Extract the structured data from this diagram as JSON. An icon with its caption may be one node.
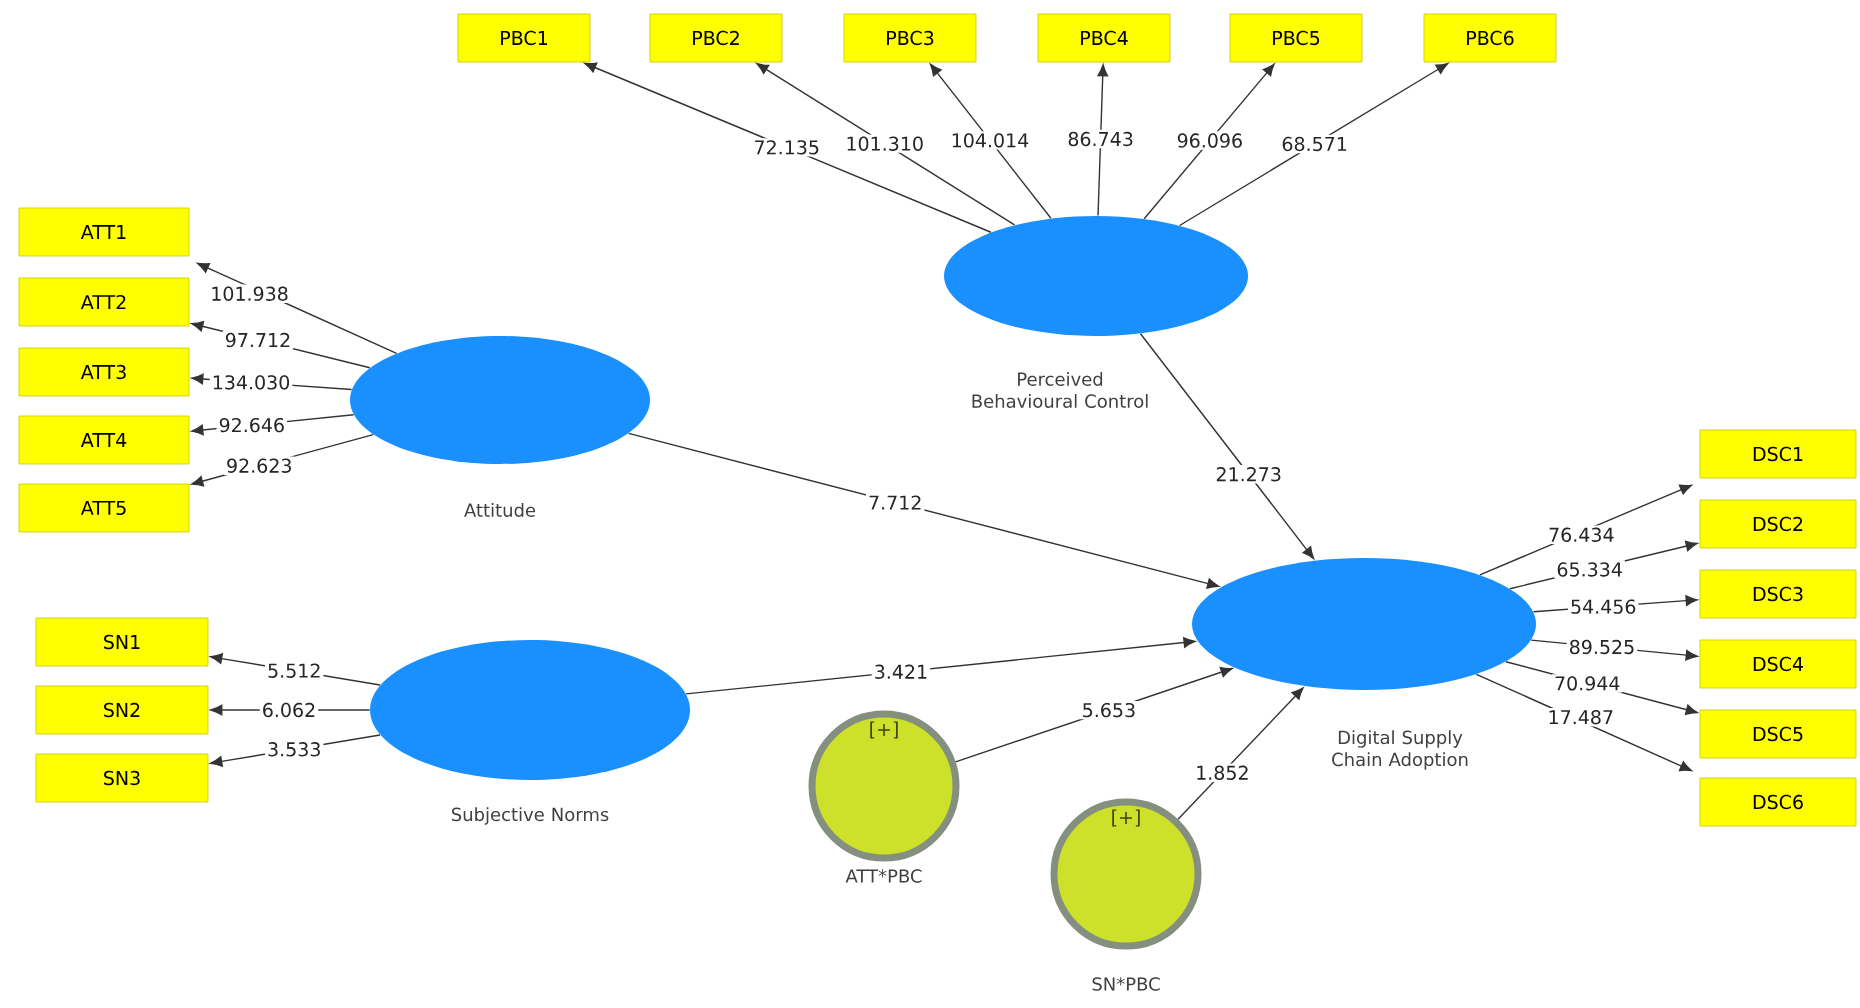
{
  "diagram": {
    "nodes": [
      {
        "text": [
          "PBC1"
        ]
      },
      {
        "text": [
          "PBC2"
        ]
      },
      {
        "text": [
          "PBC3"
        ]
      },
      {
        "text": [
          "PBC4"
        ]
      },
      {
        "text": [
          "PBC5"
        ]
      },
      {
        "text": [
          "PBC6"
        ]
      },
      {
        "text": [
          "ATT1"
        ]
      },
      {
        "text": [
          "ATT2"
        ]
      },
      {
        "text": [
          "ATT3"
        ]
      },
      {
        "text": [
          "ATT4"
        ]
      },
      {
        "text": [
          "ATT5"
        ]
      },
      {
        "text": [
          "Perceived Behavioural Control"
        ]
      },
      {
        "text": [
          "Attitude"
        ]
      },
      {
        "text": [
          "DSC1"
        ]
      },
      {
        "text": [
          "DSC2"
        ]
      },
      {
        "text": [
          "DSC3"
        ]
      },
      {
        "text": [
          "DSC4"
        ]
      },
      {
        "text": [
          "DSC5"
        ]
      },
      {
        "text": [
          "DSC6"
        ]
      },
      {
        "text": [
          "SN1"
        ]
      },
      {
        "text": [
          "SN2"
        ]
      },
      {
        "text": [
          "SN3"
        ]
      },
      {
        "text": [
          "Digital Supply Chain Adoption"
        ]
      },
      {
        "text": [
          "Subjective Norms"
        ]
      },
      {
        "text": [
          "[+]",
          "ATT*PBC"
        ]
      },
      {
        "text": [
          "[+]",
          "SN*PBC"
        ]
      }
    ],
    "edges": [
      {
        "from": 11,
        "to": 0,
        "arrow": "to",
        "label": "72.135"
      },
      {
        "from": 11,
        "to": 1,
        "arrow": "to",
        "label": "101.310"
      },
      {
        "from": 11,
        "to": 2,
        "arrow": "to",
        "label": "104.014"
      },
      {
        "from": 11,
        "to": 3,
        "arrow": "to",
        "label": "86.743"
      },
      {
        "from": 11,
        "to": 4,
        "arrow": "to",
        "label": "96.096"
      },
      {
        "from": 11,
        "to": 5,
        "arrow": "to",
        "label": "68.571"
      },
      {
        "from": 12,
        "to": 6,
        "arrow": "to",
        "label": "101.938"
      },
      {
        "from": 12,
        "to": 7,
        "arrow": "to",
        "label": "97.712"
      },
      {
        "from": 12,
        "to": 8,
        "arrow": "to",
        "label": "134.030"
      },
      {
        "from": 12,
        "to": 9,
        "arrow": "to",
        "label": "92.646"
      },
      {
        "from": 12,
        "to": 10,
        "arrow": "to",
        "label": "92.623"
      },
      {
        "from": 11,
        "to": 22,
        "arrow": "to",
        "label": "21.273"
      },
      {
        "from": 12,
        "to": 22,
        "arrow": "to",
        "label": "7.712"
      },
      {
        "from": 22,
        "to": 13,
        "arrow": "to",
        "label": "76.434"
      },
      {
        "from": 22,
        "to": 14,
        "arrow": "to",
        "label": "65.334"
      },
      {
        "from": 22,
        "to": 15,
        "arrow": "to",
        "label": "54.456"
      },
      {
        "from": 22,
        "to": 16,
        "arrow": "to",
        "label": "89.525"
      },
      {
        "from": 22,
        "to": 17,
        "arrow": "to",
        "label": "70.944"
      },
      {
        "from": 22,
        "to": 18,
        "arrow": "to",
        "label": "17.487"
      },
      {
        "from": 23,
        "to": 19,
        "arrow": "to",
        "label": "5.512"
      },
      {
        "from": 23,
        "to": 20,
        "arrow": "to",
        "label": "6.062"
      },
      {
        "from": 23,
        "to": 21,
        "arrow": "to",
        "label": "3.533"
      },
      {
        "from": 23,
        "to": 22,
        "arrow": "to",
        "label": "3.421"
      },
      {
        "from": 24,
        "to": 22,
        "arrow": "to",
        "label": "5.653"
      },
      {
        "from": 25,
        "to": 22,
        "arrow": "to",
        "label": "1.852"
      }
    ]
  }
}
